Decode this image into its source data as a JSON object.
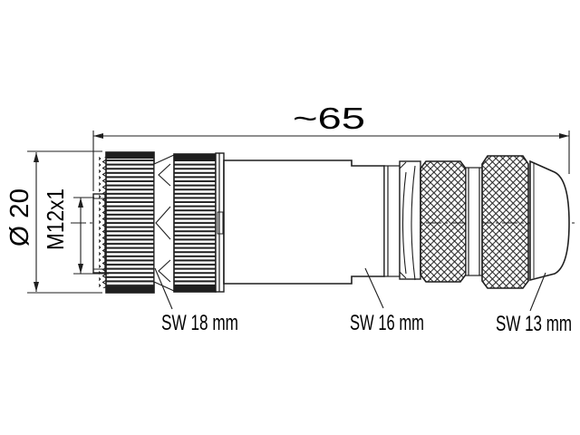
{
  "meta": {
    "background": "#ffffff",
    "line_color": "#1f1f1f",
    "text_color": "#000000"
  },
  "dimensions": {
    "overall_length": {
      "label": "~65"
    },
    "outer_diameter": {
      "label": "Ø 20"
    },
    "thread": {
      "label": "M12x1"
    }
  },
  "callouts": {
    "sw18": {
      "label": "SW 18 mm"
    },
    "sw16": {
      "label": "SW 16 mm"
    },
    "sw13": {
      "label": "SW 13 mm"
    }
  }
}
